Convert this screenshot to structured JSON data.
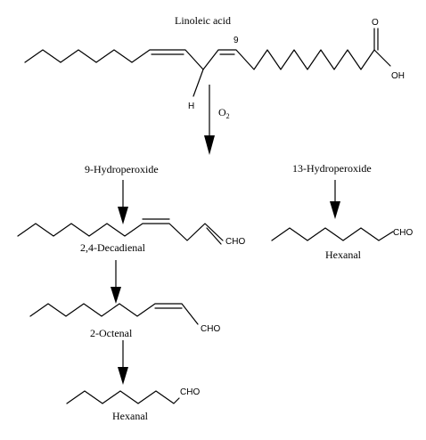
{
  "labels": {
    "linoleic": "Linoleic acid",
    "position9": "9",
    "hydrogen": "H",
    "oxygen": "O",
    "oxygen_sub": "2",
    "carbonyl_o": "O",
    "oh": "OH",
    "hydroperoxide9": "9-Hydroperoxide",
    "hydroperoxide13": "13-Hydroperoxide",
    "decadienal": "2,4-Decadienal",
    "cho1": "CHO",
    "hexanal_right": "Hexanal",
    "cho_right": "CHO",
    "octenal": "2-Octenal",
    "cho2": "CHO",
    "hexanal_bottom": "Hexanal",
    "cho3": "CHO"
  }
}
